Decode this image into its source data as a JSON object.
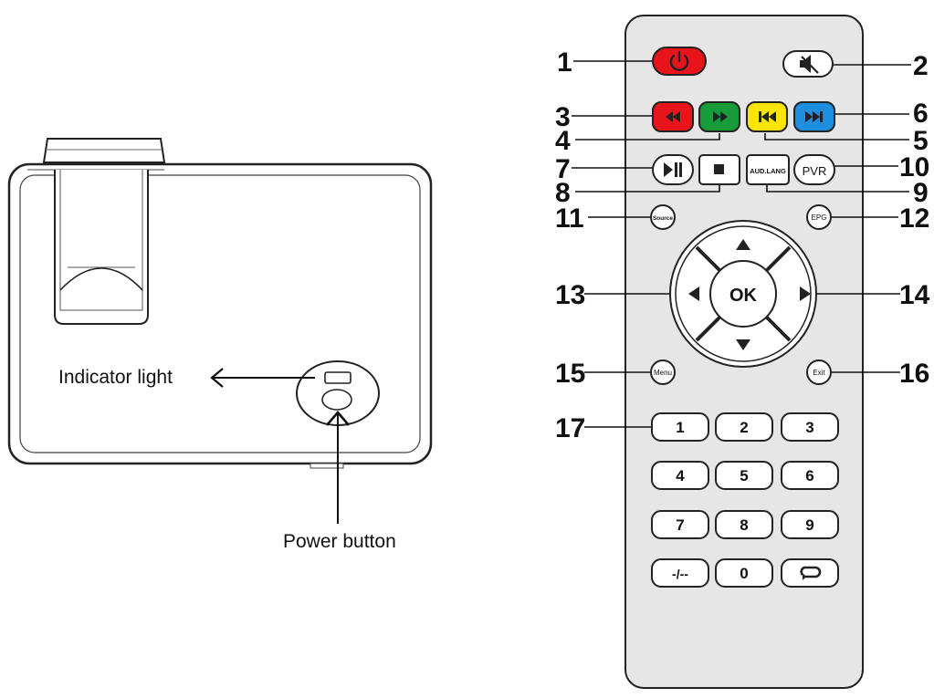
{
  "projector": {
    "indicator_label": "Indicator light",
    "power_label": "Power button"
  },
  "remote": {
    "callouts": [
      "1",
      "2",
      "3",
      "4",
      "5",
      "6",
      "7",
      "8",
      "9",
      "10",
      "11",
      "12",
      "13",
      "14",
      "15",
      "16",
      "17"
    ],
    "keys": {
      "aud_lang": "AUD.LANG",
      "pvr": "PVR",
      "source": "Source",
      "epg": "EPG",
      "ok": "OK",
      "menu": "Menu",
      "exit": "Exit",
      "dash": "-/--",
      "digits": [
        "1",
        "2",
        "3",
        "4",
        "5",
        "6",
        "7",
        "8",
        "9",
        "0"
      ]
    },
    "colors": {
      "power": "#e8141c",
      "rewind": "#e8141c",
      "forward": "#1a9b3a",
      "prev": "#ffe500",
      "next": "#1c8fe0",
      "body": "#e6e6e6"
    },
    "icons": {
      "power": "power-icon",
      "mute": "mute-icon",
      "rewind": "rewind-icon",
      "forward": "fast-forward-icon",
      "prev": "skip-previous-icon",
      "next": "skip-next-icon",
      "play_pause": "play-pause-icon",
      "stop": "stop-icon",
      "up": "arrow-up-icon",
      "down": "arrow-down-icon",
      "left": "arrow-left-icon",
      "right": "arrow-right-icon",
      "recall": "recall-icon"
    }
  }
}
